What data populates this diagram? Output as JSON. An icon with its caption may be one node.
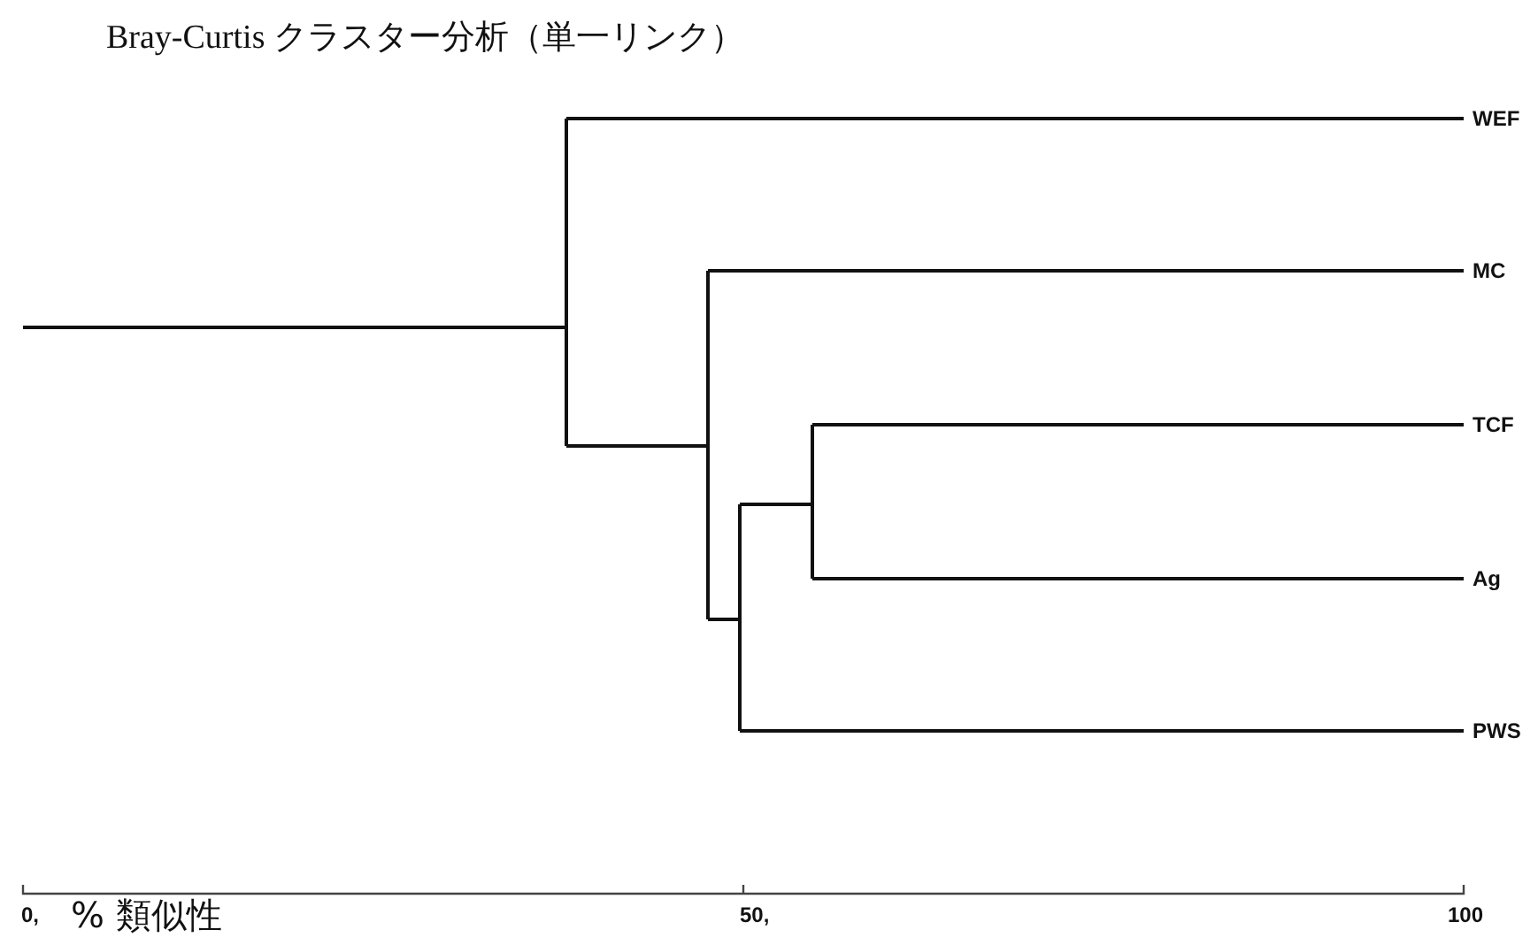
{
  "diagram": {
    "title": "Bray-Curtis クラスター分析（単一リンク）",
    "labels": [
      "WEF",
      "MC",
      "TCF",
      "Ag",
      "PWS",
      "0,",
      "% 類似性",
      "50,",
      "100"
    ]
  }
}
